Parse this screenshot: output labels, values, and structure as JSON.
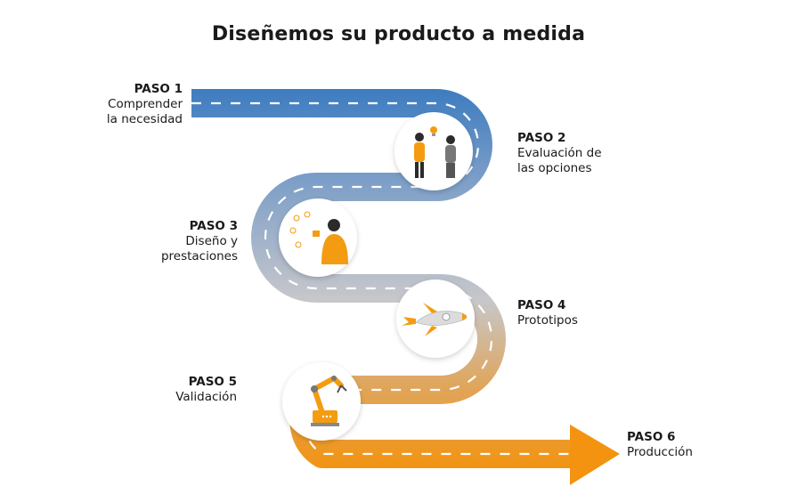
{
  "title": "Diseñemos su producto a medida",
  "steps": [
    {
      "heading": "PASO 1",
      "line1": "Comprender",
      "line2": "la necesidad",
      "icon": "people-thinking-icon"
    },
    {
      "heading": "PASO 2",
      "line1": "Evaluación de",
      "line2": "las opciones",
      "icon": "business-people-idea-icon"
    },
    {
      "heading": "PASO 3",
      "line1": "Diseño y",
      "line2": "prestaciones",
      "icon": "designer-presenting-icon"
    },
    {
      "heading": "PASO 4",
      "line1": "Prototipos",
      "line2": "",
      "icon": "rocket-icon"
    },
    {
      "heading": "PASO 5",
      "line1": "Validación",
      "line2": "",
      "icon": "robot-arm-icon"
    },
    {
      "heading": "PASO 6",
      "line1": "Producción",
      "line2": "",
      "icon": "arrow-head-icon"
    }
  ],
  "colors": {
    "road_start": "#3d7cc0",
    "road_mid": "#c8c8cc",
    "road_end": "#f3930f",
    "accent": "#f39c12",
    "dash": "#ffffff"
  }
}
